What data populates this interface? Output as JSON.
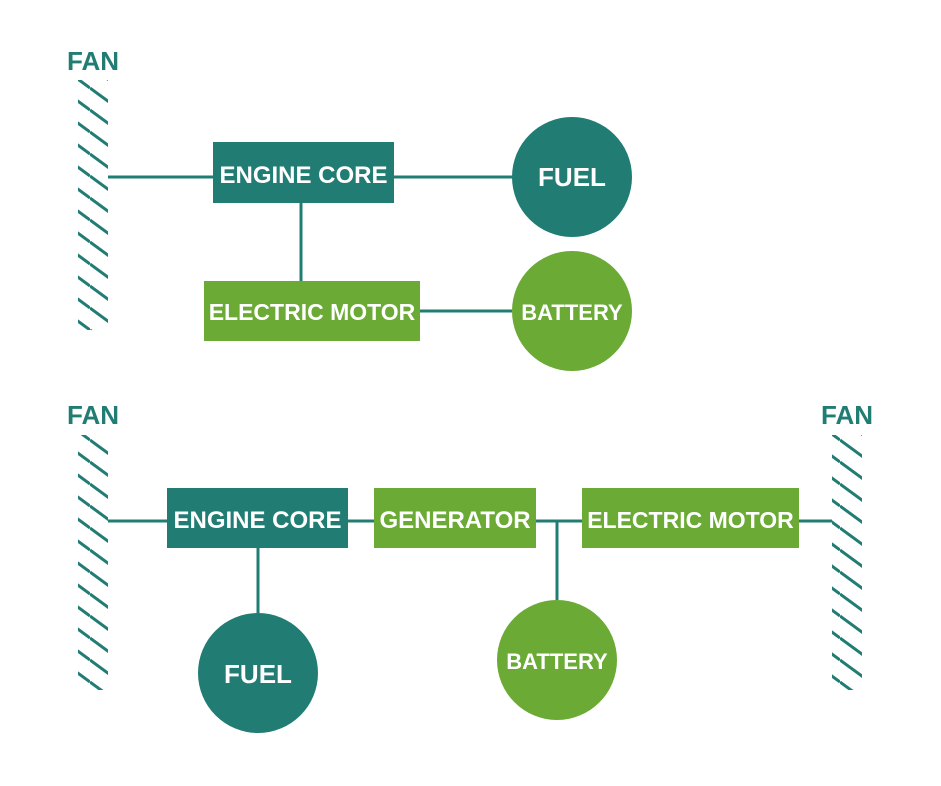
{
  "colors": {
    "teal": "#217d73",
    "green": "#6aaa35",
    "background": "#ffffff"
  },
  "top_diagram": {
    "fan_label": "FAN",
    "engine_core": "ENGINE CORE",
    "fuel": "FUEL",
    "electric_motor": "ELECTRIC MOTOR",
    "battery": "BATTERY"
  },
  "bottom_diagram": {
    "fan_left_label": "FAN",
    "fan_right_label": "FAN",
    "engine_core": "ENGINE CORE",
    "generator": "GENERATOR",
    "electric_motor": "ELECTRIC MOTOR",
    "fuel": "FUEL",
    "battery": "BATTERY"
  }
}
